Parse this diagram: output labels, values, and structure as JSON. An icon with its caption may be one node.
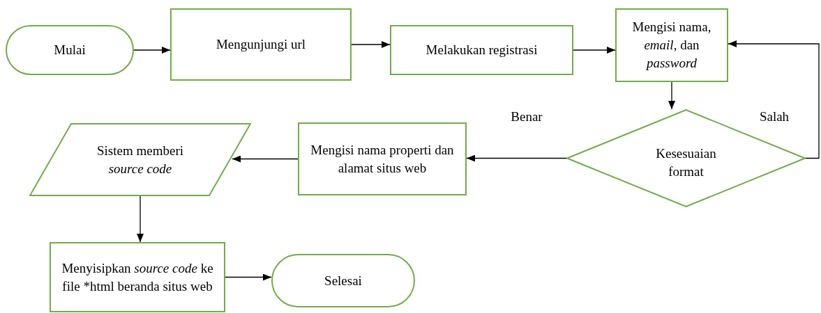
{
  "diagram": {
    "nodes": [
      {
        "text": [
          "Mulai"
        ]
      },
      {
        "text": [
          "Mengunjungi url"
        ]
      },
      {
        "text": [
          "Melakukan registrasi"
        ]
      },
      {
        "text": [
          "Mengisi nama, *email*, dan *password*"
        ]
      },
      {
        "text": [
          "Kesesuaian format"
        ]
      },
      {
        "text": [
          "Mengisi nama properti dan alamat situs web"
        ]
      },
      {
        "text": [
          "Sistem memberi *source code*"
        ]
      },
      {
        "text": [
          "Menyisipkan *source code* ke file *html beranda situs web"
        ]
      },
      {
        "text": [
          "Selesai"
        ]
      }
    ],
    "edges": [
      {
        "from": 0,
        "to": 1,
        "arrow": "to"
      },
      {
        "from": 1,
        "to": 2,
        "arrow": "to"
      },
      {
        "from": 2,
        "to": 3,
        "arrow": "to"
      },
      {
        "from": 3,
        "to": 4,
        "arrow": "to"
      },
      {
        "from": 4,
        "to": 5,
        "arrow": "to",
        "label": "Benar"
      },
      {
        "from": 5,
        "to": 6,
        "arrow": "to"
      },
      {
        "from": 6,
        "to": 7,
        "arrow": "to"
      },
      {
        "from": 7,
        "to": 8,
        "arrow": "to"
      },
      {
        "from": 4,
        "to": 3,
        "arrow": "to",
        "label": "Salah"
      }
    ]
  }
}
